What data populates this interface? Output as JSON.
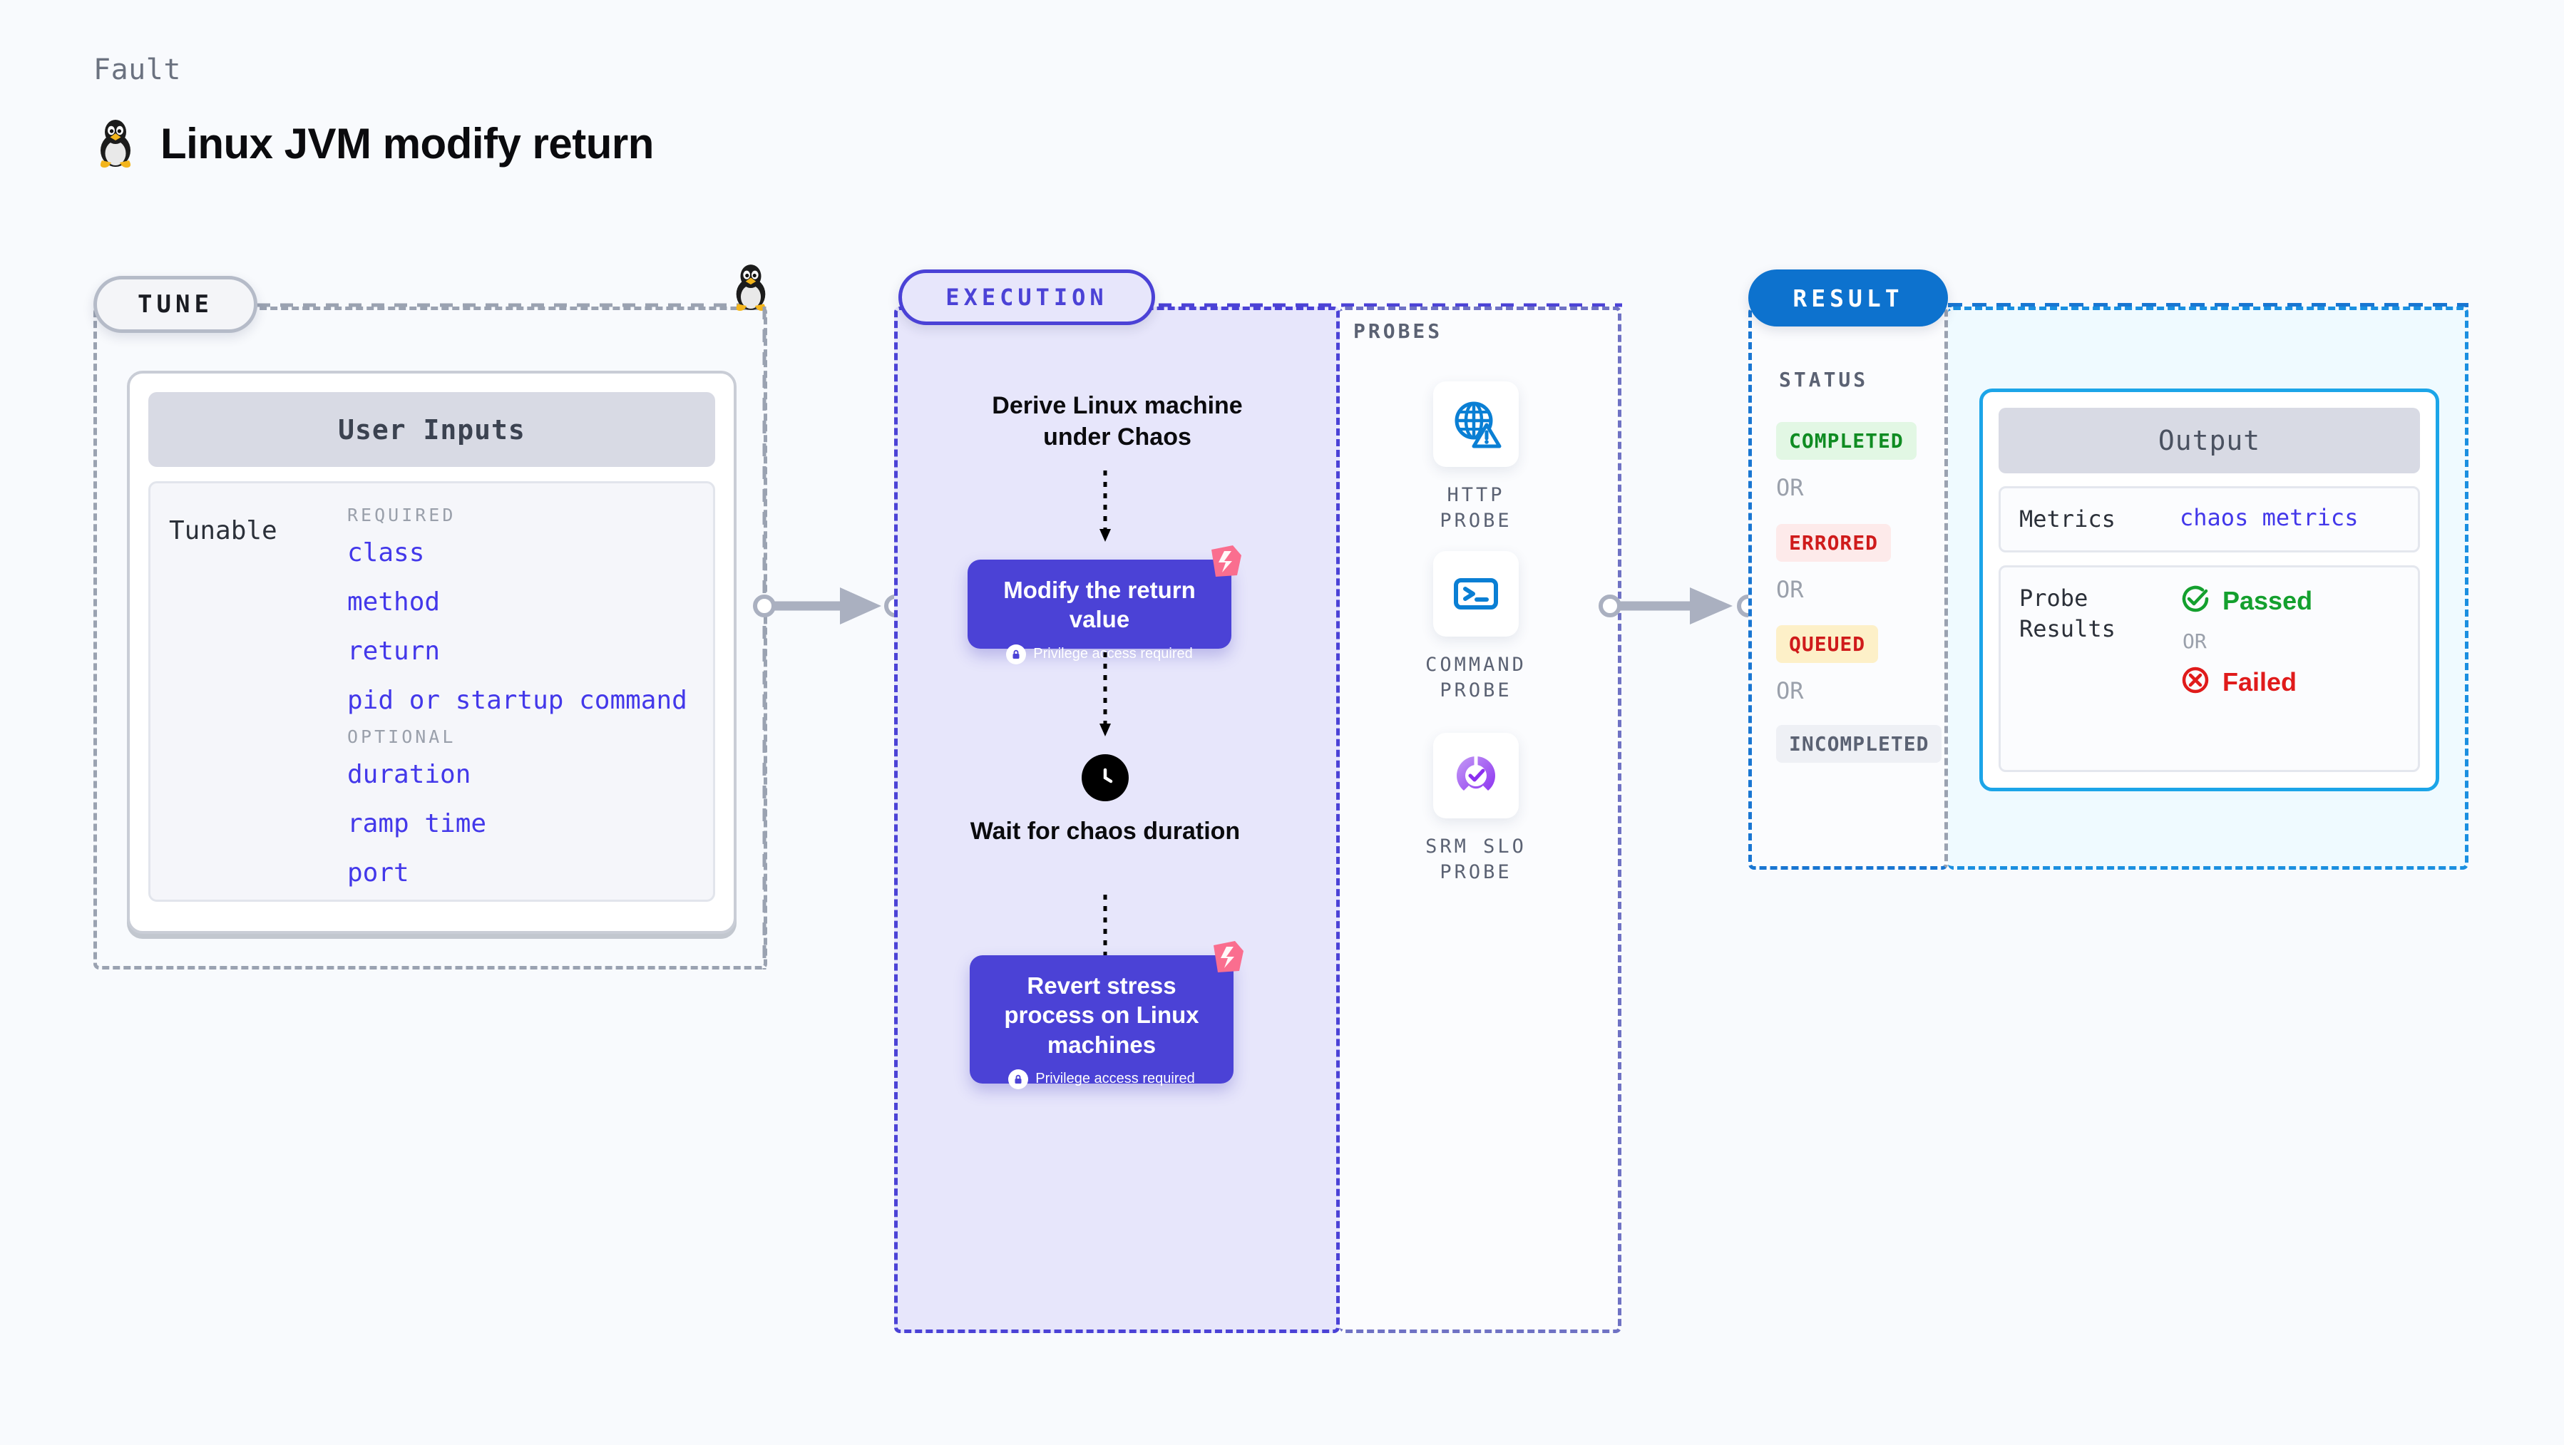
{
  "header": {
    "kicker": "Fault",
    "title": "Linux JVM modify return",
    "icon": "linux-tux-icon"
  },
  "tune": {
    "pill_label": "TUNE",
    "card_title": "User Inputs",
    "tunable_label": "Tunable",
    "groups": [
      {
        "heading": "REQUIRED",
        "items": [
          "class",
          "method",
          "return",
          "pid or startup command"
        ]
      },
      {
        "heading": "OPTIONAL",
        "items": [
          "duration",
          "ramp time",
          "port"
        ]
      }
    ]
  },
  "execution": {
    "pill_label": "EXECUTION",
    "steps": [
      {
        "type": "text",
        "label": "Derive Linux machine under Chaos"
      },
      {
        "type": "node",
        "label": "Modify the return value",
        "sub": "Privilege access required",
        "badge": "harness-flag-icon",
        "lock": "lock-icon"
      },
      {
        "type": "icon-text",
        "icon": "clock-icon",
        "label": "Wait for chaos duration"
      },
      {
        "type": "node",
        "label": "Revert stress process on Linux machines",
        "sub": "Privilege access required",
        "badge": "harness-flag-icon",
        "lock": "lock-icon"
      }
    ]
  },
  "probes": {
    "title": "PROBES",
    "items": [
      {
        "name": "HTTP PROBE",
        "icon": "globe-warning-icon"
      },
      {
        "name": "COMMAND PROBE",
        "icon": "terminal-icon"
      },
      {
        "name": "SRM SLO PROBE",
        "icon": "slo-donut-check-icon"
      }
    ]
  },
  "result": {
    "pill_label": "RESULT",
    "status_title": "STATUS",
    "or_label": "OR",
    "statuses": [
      {
        "label": "COMPLETED",
        "bg": "#e2f7e4",
        "fg": "#0f8c22"
      },
      {
        "label": "ERRORED",
        "bg": "#fdeaea",
        "fg": "#cf1b1b"
      },
      {
        "label": "QUEUED",
        "bg": "#fdf0c8",
        "fg": "#cf1b1b"
      },
      {
        "label": "INCOMPLETED",
        "bg": "#eef0f5",
        "fg": "#5b6273"
      }
    ]
  },
  "output": {
    "card_title": "Output",
    "metrics_key": "Metrics",
    "metrics_value": "chaos metrics",
    "probe_results_key": "Probe Results",
    "passed_label": "Passed",
    "or_label": "OR",
    "failed_label": "Failed"
  },
  "colors": {
    "background": "#f8fafd",
    "execution_accent": "#4b42d6",
    "result_accent": "#0d72ce",
    "output_accent": "#1ca5e8",
    "tune_accent": "#9aa2b1",
    "tunable_text": "#4338ea",
    "harness_pink": "#fa6e8f"
  }
}
